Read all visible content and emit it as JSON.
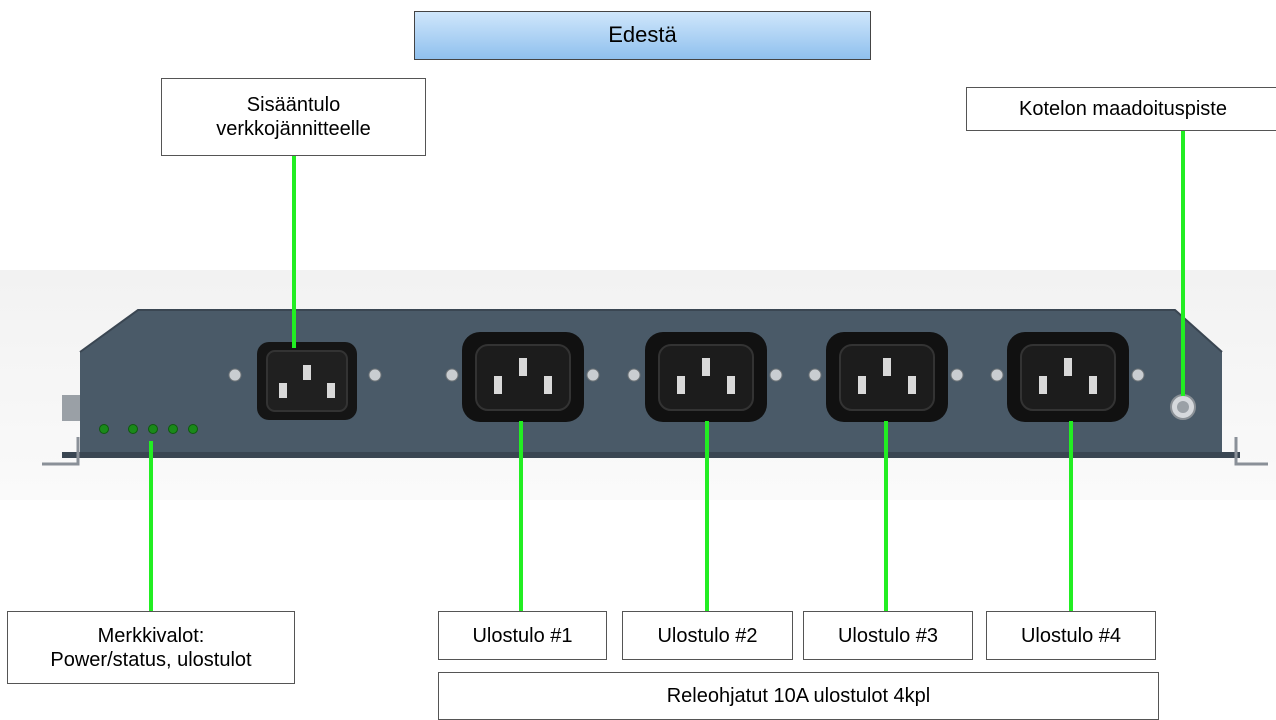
{
  "title": "Edestä",
  "callouts": {
    "mains_input": [
      "Sisääntulo",
      "verkkojännitteelle"
    ],
    "chassis_ground": "Kotelon maadoituspiste",
    "indicators": [
      "Merkkivalot:",
      "Power/status, ulostulot"
    ],
    "outputs": [
      "Ulostulo #1",
      "Ulostulo #2",
      "Ulostulo #3",
      "Ulostulo #4"
    ],
    "relay_outputs": "Releohjatut 10A ulostulot 4kpl"
  },
  "colors": {
    "leader_line": "#22ee22",
    "chassis": "#4a5a68",
    "led": "#1a8a1a",
    "header_fill": "#9cc8f0"
  }
}
